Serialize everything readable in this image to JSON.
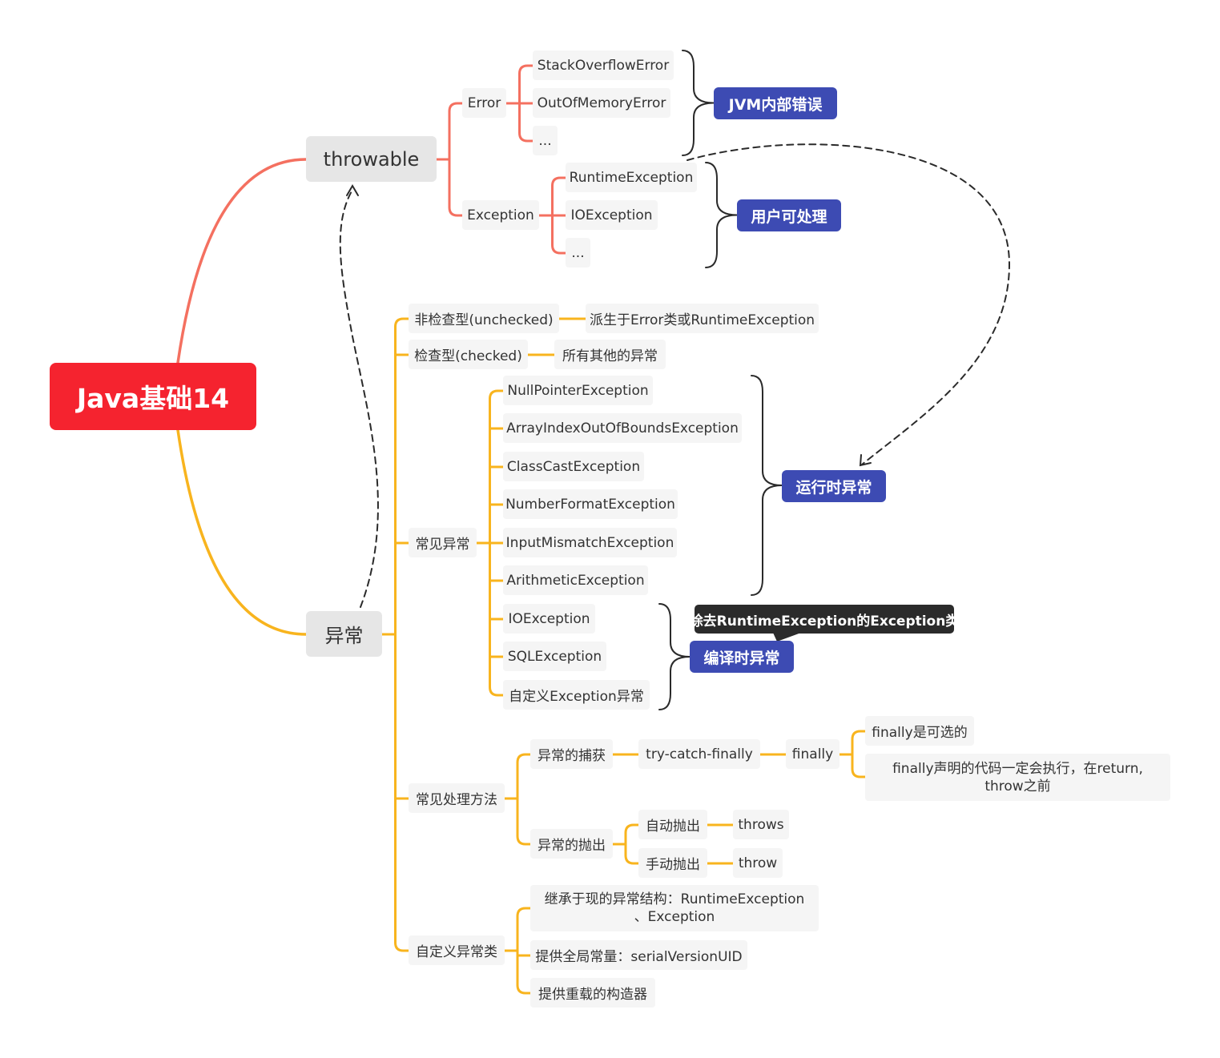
{
  "root": "Java基础14",
  "throwable": {
    "label": "throwable",
    "error": {
      "label": "Error",
      "items": [
        "StackOverflowError",
        "OutOfMemoryError",
        "..."
      ],
      "summary": "JVM内部错误"
    },
    "exception": {
      "label": "Exception",
      "items": [
        "RuntimeException",
        "IOException",
        "..."
      ],
      "summary": "用户可处理"
    }
  },
  "exception_branch": {
    "label": "异常",
    "unchecked": {
      "label": "非检查型(unchecked)",
      "detail": "派生于Error类或RuntimeException"
    },
    "checked": {
      "label": "检查型(checked)",
      "detail": "所有其他的异常"
    },
    "common": {
      "label": "常见异常",
      "items": [
        "NullPointerException",
        "ArrayIndexOutOfBoundsException",
        "ClassCastException",
        "NumberFormatException",
        "InputMismatchException",
        "ArithmeticException",
        "IOException",
        "SQLException",
        "自定义Exception异常"
      ],
      "runtime_tag": "运行时异常",
      "compile_tag": "编译时异常",
      "compile_note": "除去RuntimeException的Exception类"
    },
    "handling": {
      "label": "常见处理方法",
      "catch": {
        "label": "异常的捕获",
        "method": "try-catch-finally",
        "finally": "finally",
        "notes": [
          "finally是可选的",
          "finally声明的代码一定会执行，在return, throw之前"
        ]
      },
      "throw": {
        "label": "异常的抛出",
        "auto": "自动抛出",
        "auto_kw": "throws",
        "manual": "手动抛出",
        "manual_kw": "throw"
      }
    },
    "custom": {
      "label": "自定义异常类",
      "items": [
        "继承于现的异常结构：RuntimeException 、Exception",
        "提供全局常量：serialVersionUID",
        "提供重载的构造器"
      ]
    }
  },
  "colors": {
    "root": "#f5232f",
    "throwable_branch": "#f47060",
    "exception_branch": "#f8b41e",
    "tag": "#3d4bb3",
    "node_bg": "#f5f5f5"
  }
}
